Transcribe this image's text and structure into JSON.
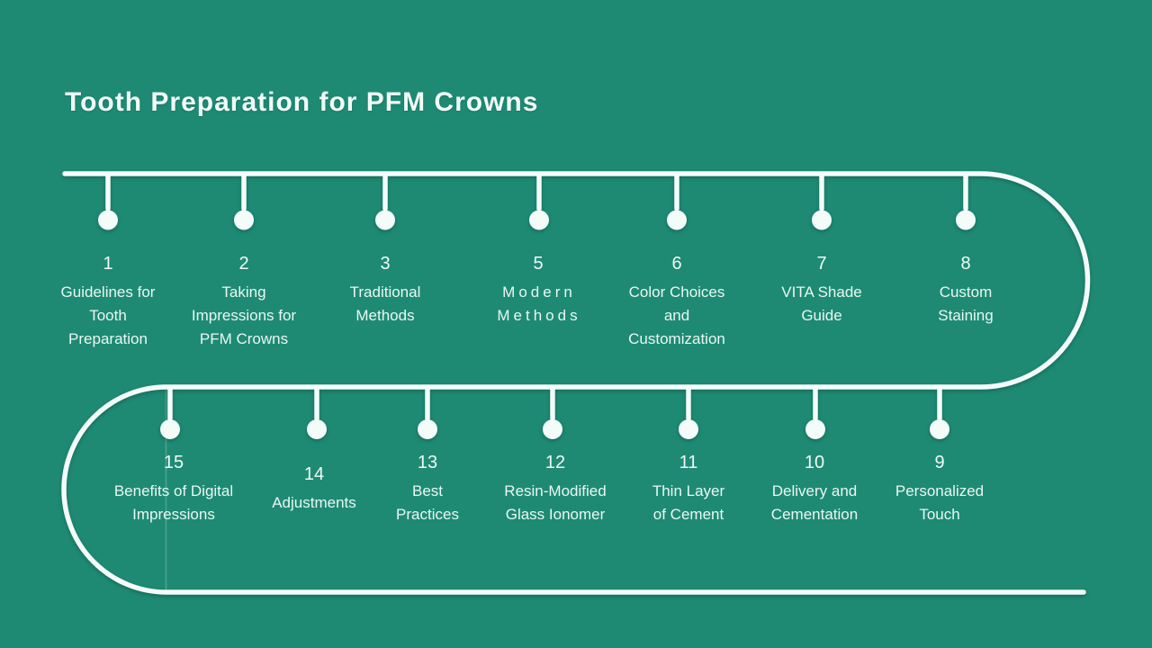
{
  "title": "Tooth Preparation for PFM Crowns",
  "colors": {
    "background": "#1E8A74",
    "track": "#F4FCFA",
    "text": "#E9F7F2",
    "title_text": "#F2FBF8"
  },
  "timeline": {
    "top_row": [
      {
        "number": "1",
        "lines": [
          "Guidelines for",
          "Tooth",
          "Preparation"
        ]
      },
      {
        "number": "2",
        "lines": [
          "Taking",
          "Impressions for",
          "PFM Crowns"
        ]
      },
      {
        "number": "3",
        "lines": [
          "Traditional",
          "Methods"
        ]
      },
      {
        "number": "5",
        "lines": [
          "Modern",
          "Methods"
        ]
      },
      {
        "number": "6",
        "lines": [
          "Color Choices",
          "and",
          "Customization"
        ]
      },
      {
        "number": "7",
        "lines": [
          "VITA Shade",
          "Guide"
        ]
      },
      {
        "number": "8",
        "lines": [
          "Custom",
          "Staining"
        ]
      }
    ],
    "bottom_row": [
      {
        "number": "15",
        "lines": [
          "Benefits of Digital",
          "Impressions"
        ]
      },
      {
        "number": "14",
        "lines": [
          "Adjustments"
        ]
      },
      {
        "number": "13",
        "lines": [
          "Best",
          "Practices"
        ]
      },
      {
        "number": "12",
        "lines": [
          "Resin-Modified",
          "Glass Ionomer"
        ]
      },
      {
        "number": "11",
        "lines": [
          "Thin Layer",
          "of Cement"
        ]
      },
      {
        "number": "10",
        "lines": [
          "Delivery and",
          "Cementation"
        ]
      },
      {
        "number": "9",
        "lines": [
          "Personalized",
          "Touch"
        ]
      }
    ]
  }
}
